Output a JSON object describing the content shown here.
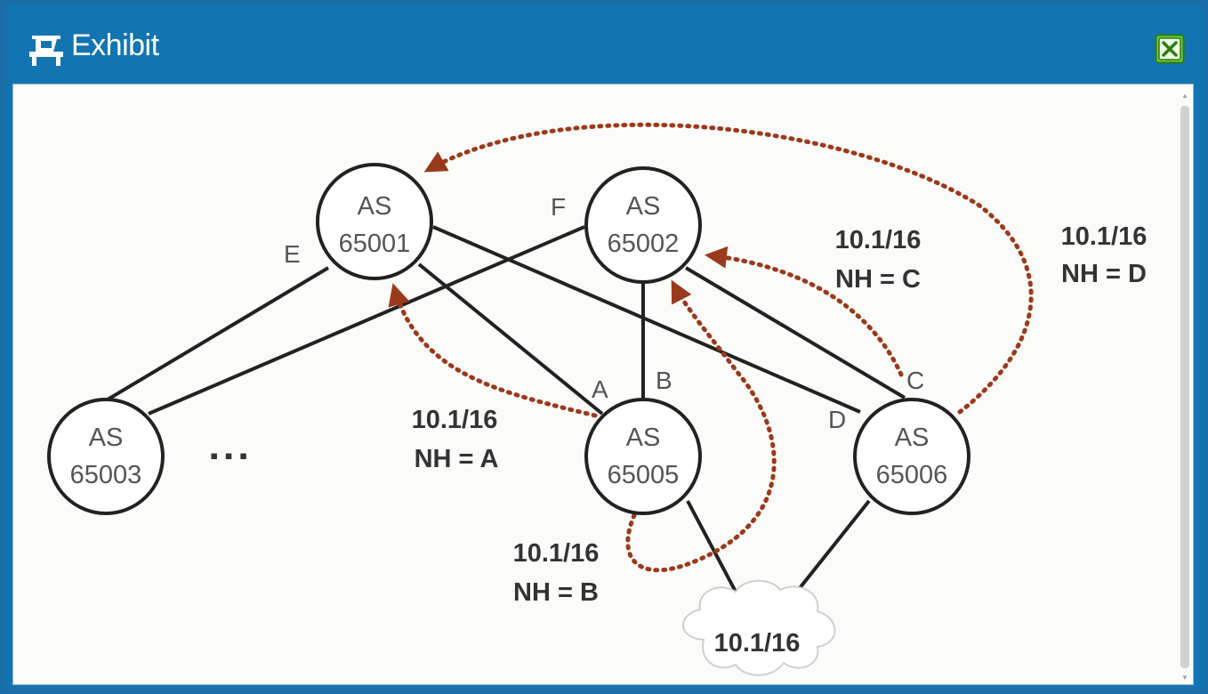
{
  "window": {
    "title": "Exhibit",
    "icon": "exhibit-icon",
    "close_icon": "close-icon"
  },
  "colors": {
    "titlebar": "#1275b1",
    "canvas": "#fbfbf9",
    "link": "#222222",
    "advert_path": "#9a3a1c",
    "close_button": "#6ccf3a"
  },
  "diagram": {
    "nodes": [
      {
        "id": "as65001",
        "line1": "AS",
        "line2": "65001"
      },
      {
        "id": "as65002",
        "line1": "AS",
        "line2": "65002"
      },
      {
        "id": "as65003",
        "line1": "AS",
        "line2": "65003"
      },
      {
        "id": "as65005",
        "line1": "AS",
        "line2": "65005"
      },
      {
        "id": "as65006",
        "line1": "AS",
        "line2": "65006"
      }
    ],
    "links": [
      {
        "from": "as65001",
        "to": "as65003",
        "iface": "E"
      },
      {
        "from": "as65002",
        "to": "as65003",
        "iface": "F"
      },
      {
        "from": "as65001",
        "to": "as65005",
        "iface": "A"
      },
      {
        "from": "as65002",
        "to": "as65005",
        "iface": "B"
      },
      {
        "from": "as65001",
        "to": "as65006",
        "iface": "D"
      },
      {
        "from": "as65002",
        "to": "as65006",
        "iface": "C"
      },
      {
        "from": "as65005",
        "to": "prefix-cloud"
      },
      {
        "from": "as65006",
        "to": "prefix-cloud"
      }
    ],
    "interfaces": [
      "E",
      "F",
      "A",
      "B",
      "D",
      "C"
    ],
    "ellipsis": "▪ ▪ ▪",
    "cloud_prefix": "10.1/16",
    "advertisements": [
      {
        "prefix": "10.1/16",
        "nexthop": "NH = A"
      },
      {
        "prefix": "10.1/16",
        "nexthop": "NH = B"
      },
      {
        "prefix": "10.1/16",
        "nexthop": "NH = C"
      },
      {
        "prefix": "10.1/16",
        "nexthop": "NH = D"
      }
    ]
  }
}
